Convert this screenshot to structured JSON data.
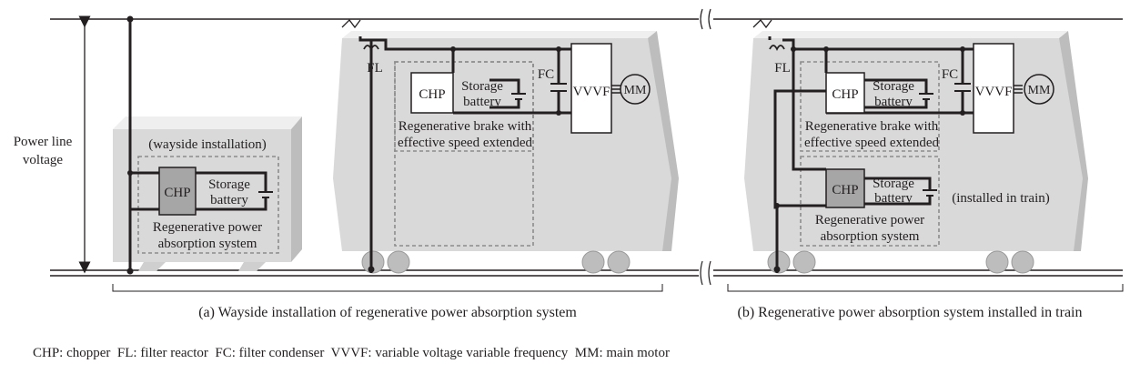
{
  "labels": {
    "power_line_1": "Power line",
    "power_line_2": "voltage",
    "wayside_installation": "(wayside installation)",
    "chp": "CHP",
    "storage": "Storage",
    "battery": "battery",
    "regen_power": "Regenerative power",
    "absorption_system": "absorption system",
    "fl": "FL",
    "fc": "FC",
    "vvvf": "VVVF",
    "mm": "MM",
    "regen_brake": "Regenerative brake with",
    "effective_speed": "effective speed extended",
    "installed_in_train": "(installed in train)"
  },
  "captions": {
    "a": "(a) Wayside installation of regenerative power absorption system",
    "b": "(b) Regenerative power absorption system installed in train"
  },
  "legend": "CHP: chopper  FL: filter reactor  FC: filter condenser  VVVF: variable voltage variable frequency  MM: main motor",
  "colors": {
    "line": "#231f20",
    "box_face": "#d9d9d9",
    "box_top": "#efefef",
    "box_side": "#bdbdbd",
    "chp_fill_gray": "#a6a6a6",
    "dash": "#8c8c8c"
  }
}
